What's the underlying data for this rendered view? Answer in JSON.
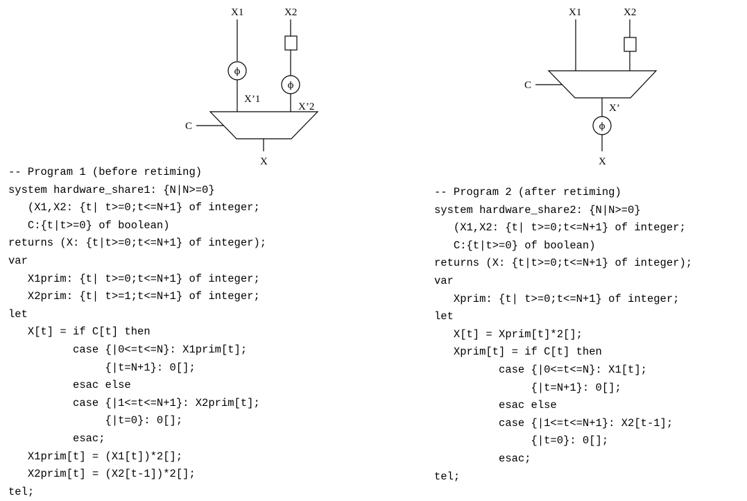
{
  "diagram1": {
    "labels": {
      "x1": "X1",
      "x2": "X2",
      "x1_prime": "X’1",
      "x2_prime": "X’2",
      "c": "C",
      "x_out": "X",
      "phi1": "ϕ",
      "phi2": "ϕ"
    }
  },
  "diagram2": {
    "labels": {
      "x1": "X1",
      "x2": "X2",
      "c": "C",
      "x_prime": "X’",
      "x_out": "X",
      "phi": "ϕ"
    }
  },
  "program1": {
    "lines": [
      "-- Program 1 (before retiming)",
      "system hardware_share1: {N|N>=0}",
      "   (X1,X2: {t| t>=0;t<=N+1} of integer;",
      "   C:{t|t>=0} of boolean)",
      "returns (X: {t|t>=0;t<=N+1} of integer);",
      "var",
      "   X1prim: {t| t>=0;t<=N+1} of integer;",
      "   X2prim: {t| t>=1;t<=N+1} of integer;",
      "let",
      "   X[t] = if C[t] then",
      "          case {|0<=t<=N}: X1prim[t];",
      "               {|t=N+1}: 0[];",
      "          esac else",
      "          case {|1<=t<=N+1}: X2prim[t];",
      "               {|t=0}: 0[];",
      "          esac;",
      "   X1prim[t] = (X1[t])*2[];",
      "   X2prim[t] = (X2[t-1])*2[];",
      "tel;"
    ]
  },
  "program2": {
    "lines": [
      "-- Program 2 (after retiming)",
      "system hardware_share2: {N|N>=0}",
      "   (X1,X2: {t| t>=0;t<=N+1} of integer;",
      "   C:{t|t>=0} of boolean)",
      "returns (X: {t|t>=0;t<=N+1} of integer);",
      "var",
      "   Xprim: {t| t>=0;t<=N+1} of integer;",
      "let",
      "   X[t] = Xprim[t]*2[];",
      "   Xprim[t] = if C[t] then",
      "          case {|0<=t<=N}: X1[t];",
      "               {|t=N+1}: 0[];",
      "          esac else",
      "          case {|1<=t<=N+1}: X2[t-1];",
      "               {|t=0}: 0[];",
      "          esac;",
      "tel;"
    ]
  }
}
